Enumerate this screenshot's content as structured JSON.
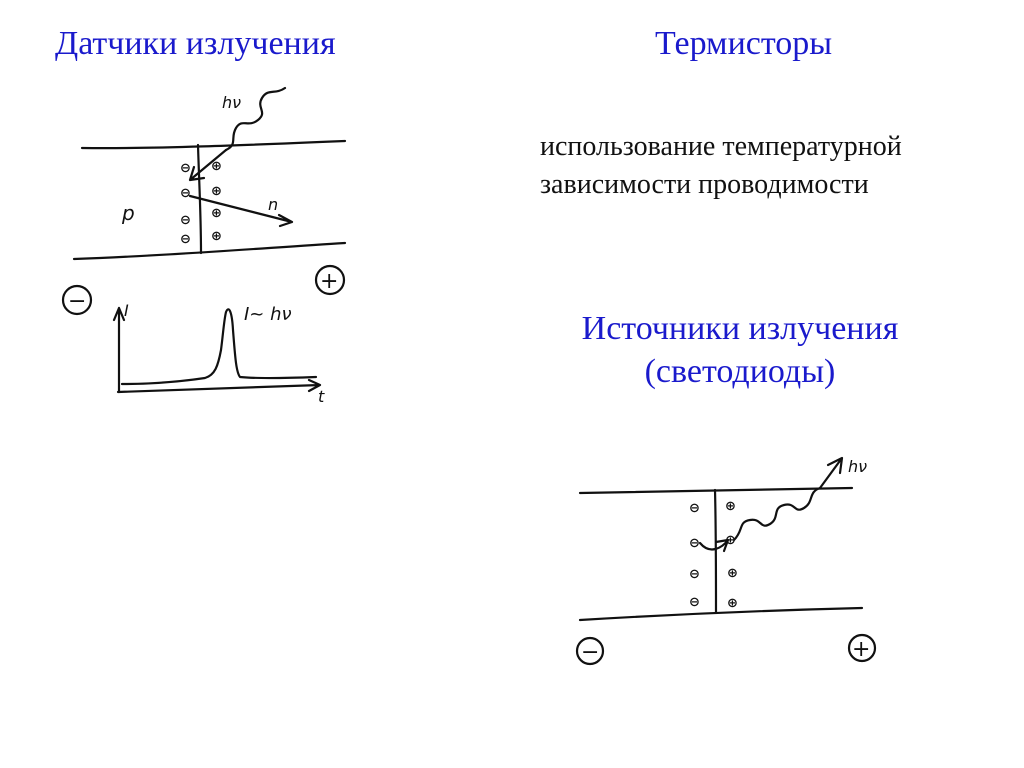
{
  "slide": {
    "left_title": "Датчики излучения",
    "right_title": "Термисторы",
    "thermistor_text": [
      "использование температурной",
      "зависимости проводимости"
    ],
    "sources_title": [
      "Источники излучения",
      "(светодиоды)"
    ]
  },
  "sensor_sketch": {
    "photon_label": "hν",
    "p_label": "p",
    "n_label": "n",
    "minus_terminal": "−",
    "plus_terminal": "+",
    "charge_minus": "⊖",
    "charge_plus": "⊕"
  },
  "current_plot": {
    "y_label": "I",
    "x_label": "t",
    "relation": "I~ hν"
  },
  "led_sketch": {
    "photon_label": "hν",
    "minus_terminal": "−",
    "plus_terminal": "+",
    "charge_minus": "⊖",
    "charge_plus": "⊕"
  },
  "colors": {
    "title": "#1a1acc",
    "text": "#111111",
    "background": "#ffffff"
  }
}
